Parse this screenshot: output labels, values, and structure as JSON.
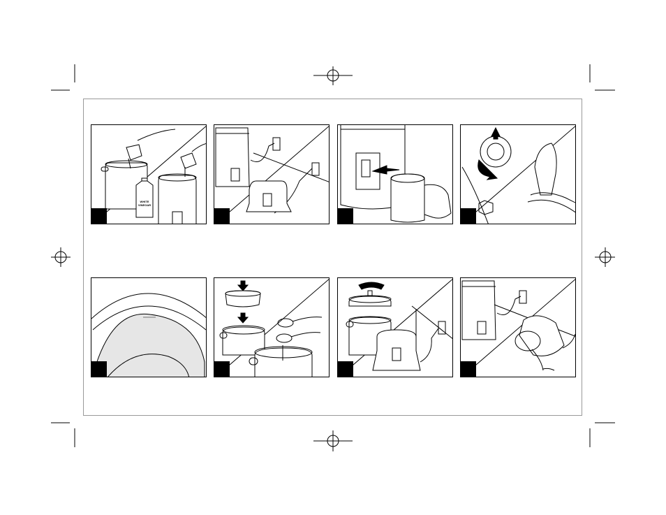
{
  "sheet": {
    "row1": [
      {
        "id": "step-1",
        "description_icon": "pour-vinegar"
      },
      {
        "id": "step-2",
        "description_icon": "plug-in"
      },
      {
        "id": "step-3",
        "description_icon": "fill-cup"
      },
      {
        "id": "step-4",
        "description_icon": "remove-faucet"
      }
    ],
    "row2": [
      {
        "id": "step-5",
        "description_icon": "inner-view"
      },
      {
        "id": "step-6",
        "description_icon": "insert-basket"
      },
      {
        "id": "step-7",
        "description_icon": "lid-plug-in"
      },
      {
        "id": "step-8",
        "description_icon": "pour-out"
      }
    ]
  },
  "labels": {
    "bottle_line1": "WHITE",
    "bottle_line2": "VINEGAR"
  },
  "colors": {
    "ink": "#000000",
    "frame": "#999999",
    "tint": "#e6e6e6"
  }
}
